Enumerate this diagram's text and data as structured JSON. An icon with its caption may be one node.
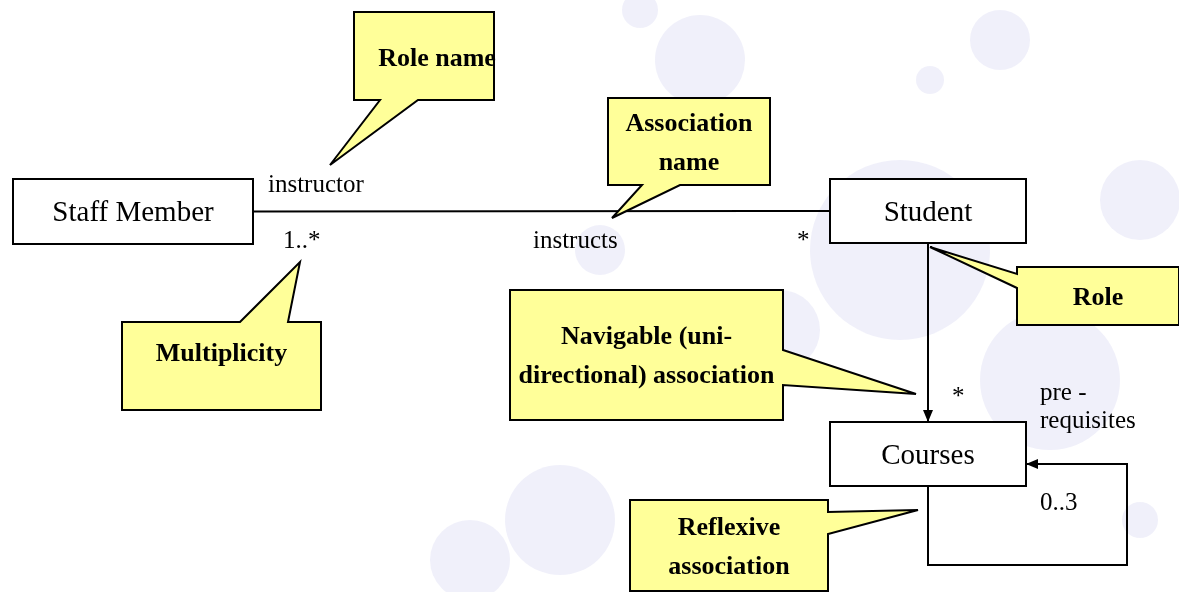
{
  "diagram": {
    "nodes": [
      {
        "text": [
          "Staff Member"
        ]
      },
      {
        "text": [
          "Student"
        ]
      },
      {
        "text": [
          "Courses"
        ]
      },
      {
        "text": [
          "Role name"
        ]
      },
      {
        "text": [
          "Association name"
        ]
      },
      {
        "text": [
          "Multiplicity"
        ]
      },
      {
        "text": [
          "Navigable (uni-directional) association"
        ]
      },
      {
        "text": [
          "Role"
        ]
      },
      {
        "text": [
          "Reflexive association"
        ]
      }
    ],
    "edges": [
      {
        "from": 0,
        "to": 1,
        "arrow": "none",
        "label": "instructs"
      },
      {
        "from": 1,
        "to": 2,
        "arrow": "to"
      },
      {
        "from": 2,
        "to": 2,
        "arrow": "to"
      }
    ],
    "labels": [
      "instructor",
      "1..*",
      "*",
      "*",
      "pre - requisites",
      "0..3"
    ]
  }
}
